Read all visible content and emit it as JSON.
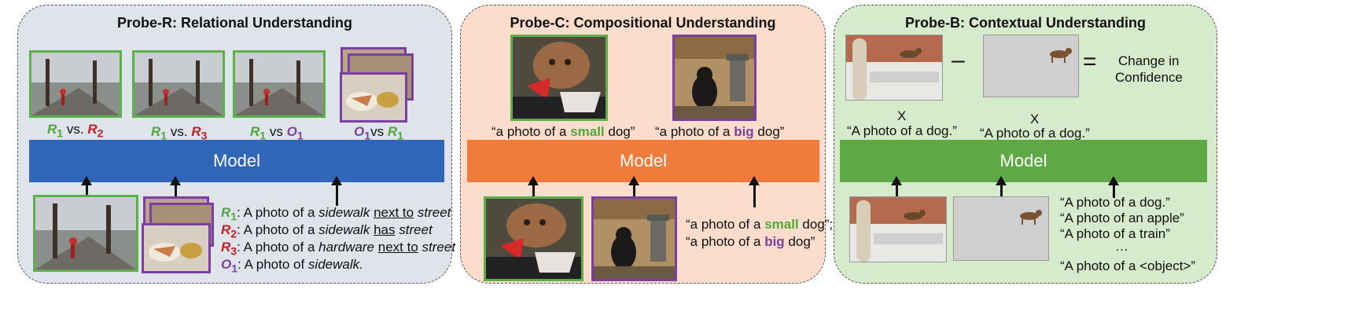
{
  "probe_r": {
    "title": "Probe-R: Relational Understanding",
    "model_label": "Model",
    "top_labels": [
      {
        "a": "R",
        "a_sub": "1",
        "sep": " vs. ",
        "b": "R",
        "b_sub": "2"
      },
      {
        "a": "R",
        "a_sub": "1",
        "sep": " vs. ",
        "b": "R",
        "b_sub": "3"
      },
      {
        "a": "R",
        "a_sub": "1",
        "sep": " vs ",
        "b": "O",
        "b_sub": "1"
      },
      {
        "a": "O",
        "a_sub": "1",
        "sep": "vs ",
        "b": "R",
        "b_sub": "1"
      }
    ],
    "captions": [
      {
        "sym": "R",
        "sub": "1",
        "pre": ": A photo of a ",
        "obj": "sidewalk",
        "rel": "next to",
        "tail": "street"
      },
      {
        "sym": "R",
        "sub": "2",
        "pre": ": A photo of a ",
        "obj": "sidewalk",
        "rel": "has",
        "tail": "street"
      },
      {
        "sym": "R",
        "sub": "3",
        "pre": ": A photo of a ",
        "obj": "hardware",
        "rel": "next to",
        "tail": "street"
      },
      {
        "sym": "O",
        "sub": "1",
        "pre": ": A photo of ",
        "obj": "sidewalk.",
        "rel": "",
        "tail": ""
      }
    ]
  },
  "probe_c": {
    "title": "Probe-C: Compositional Understanding",
    "model_label": "Model",
    "top_captions": [
      {
        "pre": "“a photo of a ",
        "word": "small",
        "post": " dog”"
      },
      {
        "pre": "“a photo of a ",
        "word": "big",
        "post": " dog”"
      }
    ],
    "bottom_captions": [
      {
        "pre": "“a photo of a ",
        "word": "small",
        "post": " dog”;"
      },
      {
        "pre": "“a photo of a ",
        "word": "big",
        "post": " dog”"
      }
    ]
  },
  "probe_b": {
    "title": "Probe-B: Contextual Understanding",
    "model_label": "Model",
    "minus": "–",
    "equals": "=",
    "change_line1": "Change in",
    "change_line2": "Confidence",
    "times": "X",
    "dog_caption": "“A photo of a dog.”",
    "prompts": [
      "“A photo of a dog.”",
      "“A photo of an apple”",
      "“A photo of a train”",
      "…",
      "“A photo of a <object>”"
    ]
  },
  "colors": {
    "probe_r_bg": "#dfe3ea",
    "probe_c_bg": "#fcdccb",
    "probe_b_bg": "#d6ebcc",
    "model_r": "#2f66b8",
    "model_c": "#f07b3a",
    "model_b": "#5ea845",
    "green": "#4ea83d",
    "red": "#c0202a",
    "purple": "#7a3fa0"
  }
}
